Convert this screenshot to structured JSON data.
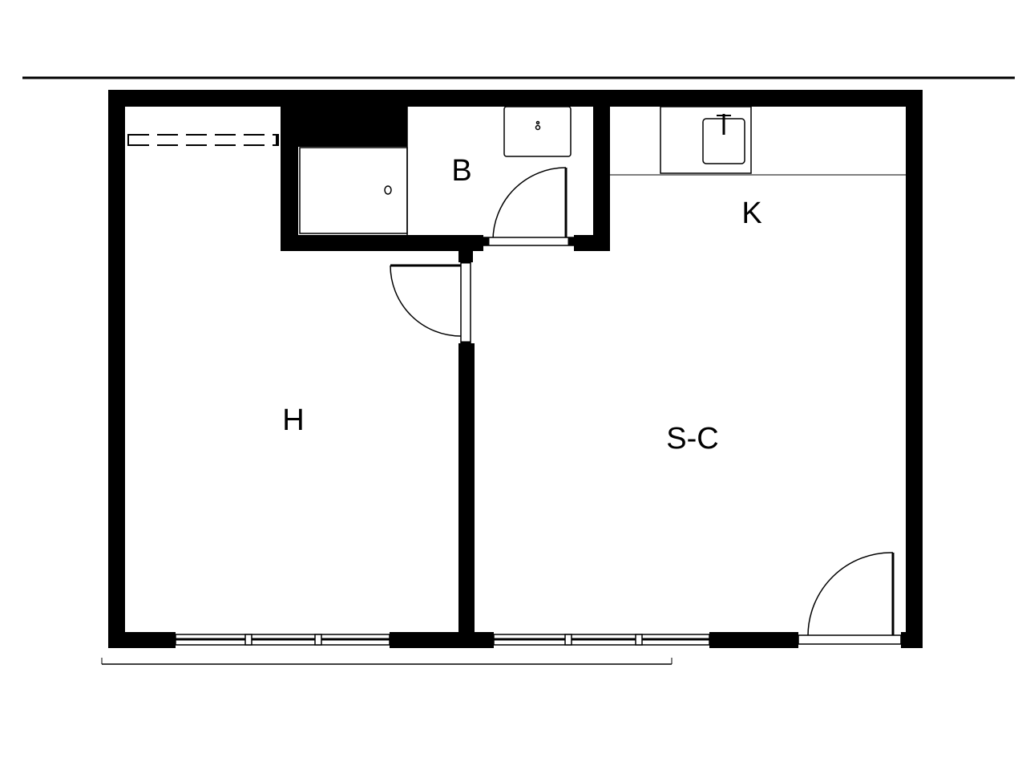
{
  "rooms": {
    "bathroom": "B",
    "kitchen": "K",
    "bedroom": "H",
    "living": "S-C"
  },
  "colors": {
    "wall": "#000000",
    "background": "#ffffff",
    "line": "#000000",
    "fixture": "#555555"
  }
}
